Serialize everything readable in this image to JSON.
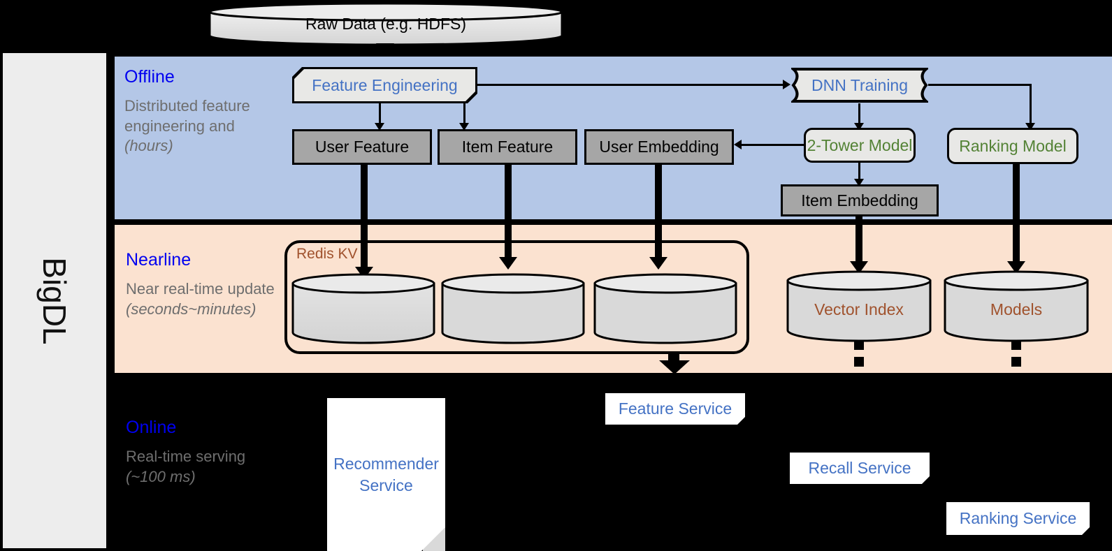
{
  "framework": {
    "name": "BigDL"
  },
  "source": {
    "label": "Raw Data (e.g. HDFS)"
  },
  "bands": [
    {
      "id": "offline",
      "title": "Offline",
      "description": "Distributed feature engineering and ",
      "description_emphasis": "(hours)",
      "bg_color": "#B4C7E7"
    },
    {
      "id": "nearline",
      "title": "Nearline",
      "description": "Near real-time update ",
      "description_emphasis": "(seconds~minutes)",
      "bg_color": "#FBE2D0"
    },
    {
      "id": "online",
      "title": "Online",
      "description": "Real-time serving ",
      "description_emphasis": "(~100 ms)",
      "bg_color": "#000000"
    }
  ],
  "offline": {
    "feature_engineering": "Feature Engineering",
    "dnn_training": "DNN Training",
    "user_feature": "User Feature",
    "item_feature": "Item Feature",
    "user_embedding": "User Embedding",
    "two_tower_model": "2-Tower Model",
    "ranking_model": "Ranking Model",
    "item_embedding": "Item Embedding"
  },
  "nearline": {
    "redis_kv": "Redis KV",
    "vector_index": "Vector Index",
    "models": "Models",
    "store_count": 3
  },
  "online": {
    "recommender_service": "Recommender Service",
    "feature_service": "Feature Service",
    "recall_service": "Recall Service",
    "ranking_service": "Ranking Service"
  },
  "colors": {
    "offline_band": "#B4C7E7",
    "nearline_band": "#FBE2D0",
    "online_band": "#000000",
    "band_title": "#0000F0",
    "band_subtitle": "#6E6E6E",
    "blue_text": "#4472C4",
    "green_text": "#538235",
    "brown_text": "#A0522D",
    "gray_box": "#A6A6A6",
    "light_box": "#E8E8E6",
    "rail": "#EDEDED"
  }
}
